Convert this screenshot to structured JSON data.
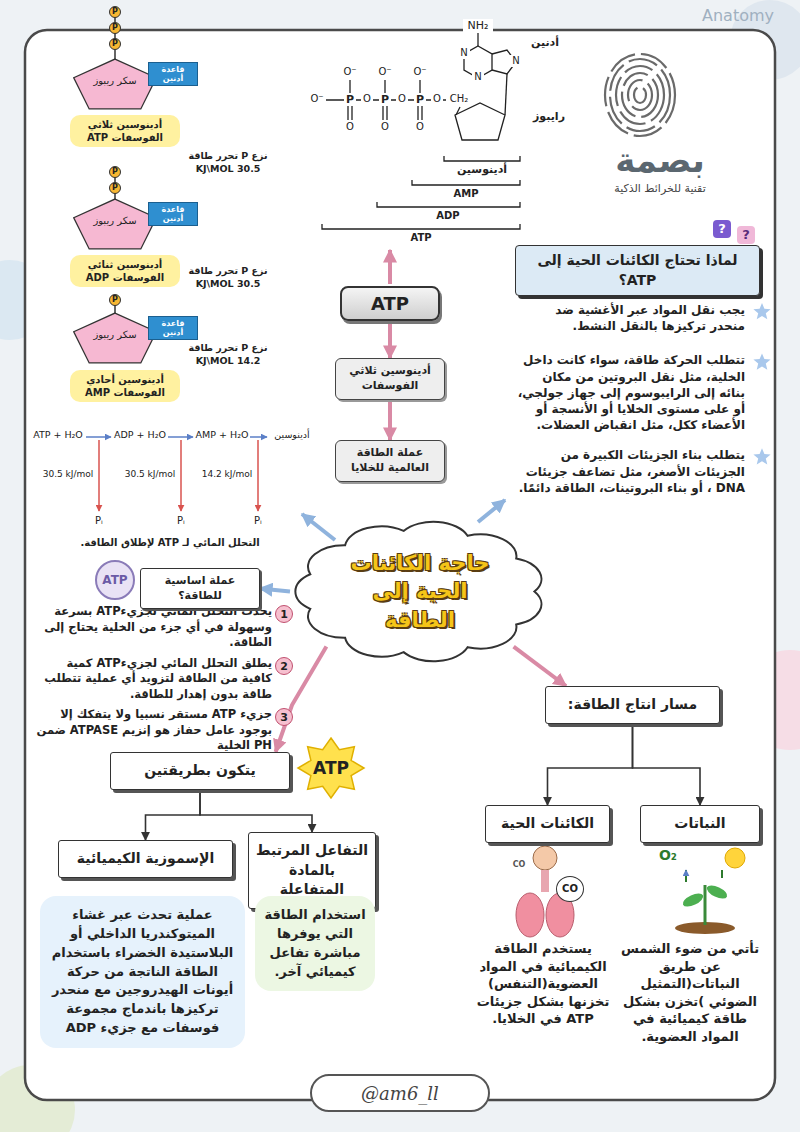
{
  "diagram": {
    "nodes": [
      {
        "text": [
          "حاجة الكائنات الحية إلى الطاقة"
        ]
      },
      {
        "text": [
          "ATP"
        ]
      },
      {
        "text": [
          "أدينوسين ثلاثي الفوسفات"
        ]
      },
      {
        "text": [
          "عملة الطاقة العالمية للخلايا"
        ]
      },
      {
        "text": [
          "لماذا تحتاج الكائنات الحية إلى ATP؟"
        ]
      },
      {
        "text": [
          "عملة اساسية للطاقة؟"
        ]
      },
      {
        "text": [
          "ATP"
        ]
      },
      {
        "text": [
          "مسار انتاج الطاقة:"
        ]
      },
      {
        "text": [
          "الكائنات الحية"
        ]
      },
      {
        "text": [
          "النباتات"
        ]
      },
      {
        "text": [
          "يتكون بطريقتين"
        ]
      },
      {
        "text": [
          "ATP"
        ]
      },
      {
        "text": [
          "الإسموزية الكيميائية"
        ]
      },
      {
        "text": [
          "التفاعل المرتبط بالمادة المتفاعلة"
        ]
      },
      {
        "text": [
          "عملية تحدث عبر غشاء الميتوكندريا الداخلي أو البلاستيدة الخضراء باستخدام الطاقة الناتجة من حركة أيونات الهيدروجين مع منحدر تركيزها باندماج مجموعة فوسفات مع جزيء ADP"
        ]
      },
      {
        "text": [
          "استخدام الطاقة التي يوفرها مباشرة تفاعل كيميائي آخر."
        ]
      },
      {
        "text": [
          "@am6_ll"
        ]
      },
      {
        "text": [
          "أدينوسين ثلاثي الفوسفات ATP"
        ]
      },
      {
        "text": [
          "أدينوسين ثنائي الفوسفات ADP"
        ]
      },
      {
        "text": [
          "أدينوسين أحادي الفوسفات AMP"
        ]
      },
      {
        "text": [
          "سكر ريبوز"
        ]
      },
      {
        "text": [
          "سكر ريبوز"
        ]
      },
      {
        "text": [
          "سكر ريبوز"
        ]
      },
      {
        "text": [
          "قاعدة أدنين"
        ]
      },
      {
        "text": [
          "قاعدة أدنين"
        ]
      },
      {
        "text": [
          "قاعدة أدنين"
        ]
      },
      {
        "text": [
          "P"
        ]
      },
      {
        "text": [
          "P"
        ]
      },
      {
        "text": [
          "P"
        ]
      },
      {
        "text": [
          "P"
        ]
      },
      {
        "text": [
          "P"
        ]
      },
      {
        "text": [
          "P"
        ]
      }
    ],
    "edges": [
      {
        "from": 1,
        "to": 2,
        "arrow": "to"
      },
      {
        "from": 2,
        "to": 3,
        "arrow": "to"
      },
      {
        "from": 0,
        "to": 5,
        "arrow": "to"
      },
      {
        "from": 0,
        "to": 10,
        "arrow": "to"
      },
      {
        "from": 0,
        "to": 7,
        "arrow": "to"
      },
      {
        "from": 7,
        "to": 8,
        "arrow": "to"
      },
      {
        "from": 7,
        "to": 9,
        "arrow": "to"
      },
      {
        "from": 10,
        "to": 12,
        "arrow": "to"
      },
      {
        "from": 10,
        "to": 13,
        "arrow": "to"
      }
    ],
    "labels": [
      "بصمة",
      "تقنية للخرائط الذكية",
      "NH₂",
      "N",
      "N",
      "N",
      "أدنين",
      "رايبوز",
      "O⁻",
      "O⁻",
      "O⁻",
      "O⁻",
      "P",
      "P",
      "P",
      "O",
      "O",
      "O",
      "O",
      "O",
      "O",
      "CH₂",
      "أدينوسين",
      "AMP",
      "ADP",
      "ATP",
      "نزع P تحرر طاقة 30.5 KJ\\MOL",
      "نزع P تحرر طاقة 30.5 KJ\\MOL",
      "نزع P تحرر طاقة 14.2 KJ\\MOL",
      "ATP + H₂O",
      "ADP + H₂O",
      "AMP + H₂O",
      "أدينوسين",
      "30.5 kJ/mol",
      "30.5 kJ/mol",
      "14.2 kJ/mol",
      "Pᵢ",
      "Pᵢ",
      "Pᵢ",
      "التحلل المائي لـ ATP لإطلاق الطاقة.",
      "يجب نقل المواد عبر الأغشية ضد منحدر تركيزها بالنقل النشط.",
      "تتطلب الحركة طاقة، سواء كانت داخل الخلية، مثل نقل البروتين من مكان بنائه إلى الرايبوسوم إلى جهاز جولجي، أو على مستوى الخلايا أو الأنسجة أو الأعضاء ككل، مثل انقباض العضلات.",
      "يتطلب بناء الجزيئات الكبيرة من الجزيئات الأصغر، مثل تضاعف جزيئات DNA ، أو بناء البروتينات، الطاقة دائمًا.",
      "1",
      "يحدث التحلل المائي لجزيءATP بسرعة وسهولة في أي جزء من الخلية يحتاج إلى الطاقة.",
      "2",
      "يطلق التحلل المائي لجزيءATP كمية كافية من الطاقة لتزويد أي عملية تتطلب طاقة بدون إهدار للطاقة.",
      "3",
      "جزيء ATP مستقر نسبيا ولا يتفكك إلا بوجود عامل حفاز هو إنزيم ATPASE ضمن PH الخلية",
      "CO",
      "CO",
      "O₂",
      "يستخدم الطاقة الكيميائية في المواد العضوية(التنفس) تخزنها بشكل جزيئات ATP في الخلايا.",
      "تأتي من ضوء الشمس عن طريق النباتات(التمثيل الضوئي )تخزن بشكل طاقة كيميائية في المواد العضوية.",
      "?",
      "?",
      "Anatomy"
    ]
  }
}
